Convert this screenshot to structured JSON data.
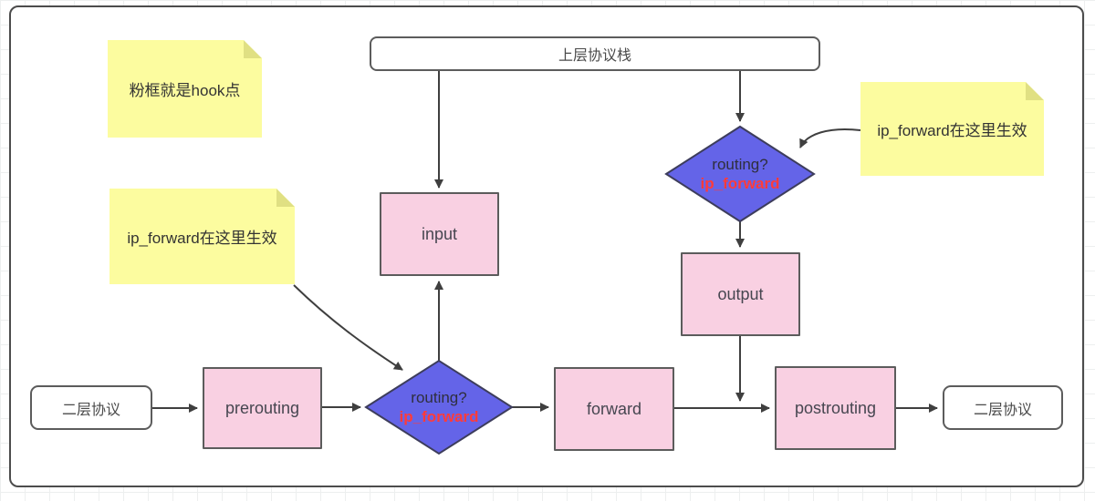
{
  "diagram": {
    "upper_stack": "上层协议栈",
    "l2_left": "二层协议",
    "l2_right": "二层协议",
    "hooks": {
      "prerouting": "prerouting",
      "input": "input",
      "forward": "forward",
      "output": "output",
      "postrouting": "postrouting"
    },
    "routing_center": {
      "question": "routing?",
      "highlight": "ip_forward"
    },
    "routing_right": {
      "question": "routing?",
      "highlight": "ip_forward"
    }
  },
  "notes": {
    "hook_note": "粉框就是hook点",
    "left_ip_forward_note": "ip_forward在这里生效",
    "right_ip_forward_note": "ip_forward在这里生效"
  },
  "colors": {
    "hook_fill": "#f9d0e2",
    "hook_border": "#5c5c5c",
    "diamond_fill": "#6464e8",
    "diamond_border": "#3d3d5c",
    "note_fill": "#fcfc9f",
    "note_fold": "#e0e083",
    "highlight_text": "#ff3b3b",
    "arrow": "#3f3f3f",
    "frame_border": "#4c4c4c"
  }
}
